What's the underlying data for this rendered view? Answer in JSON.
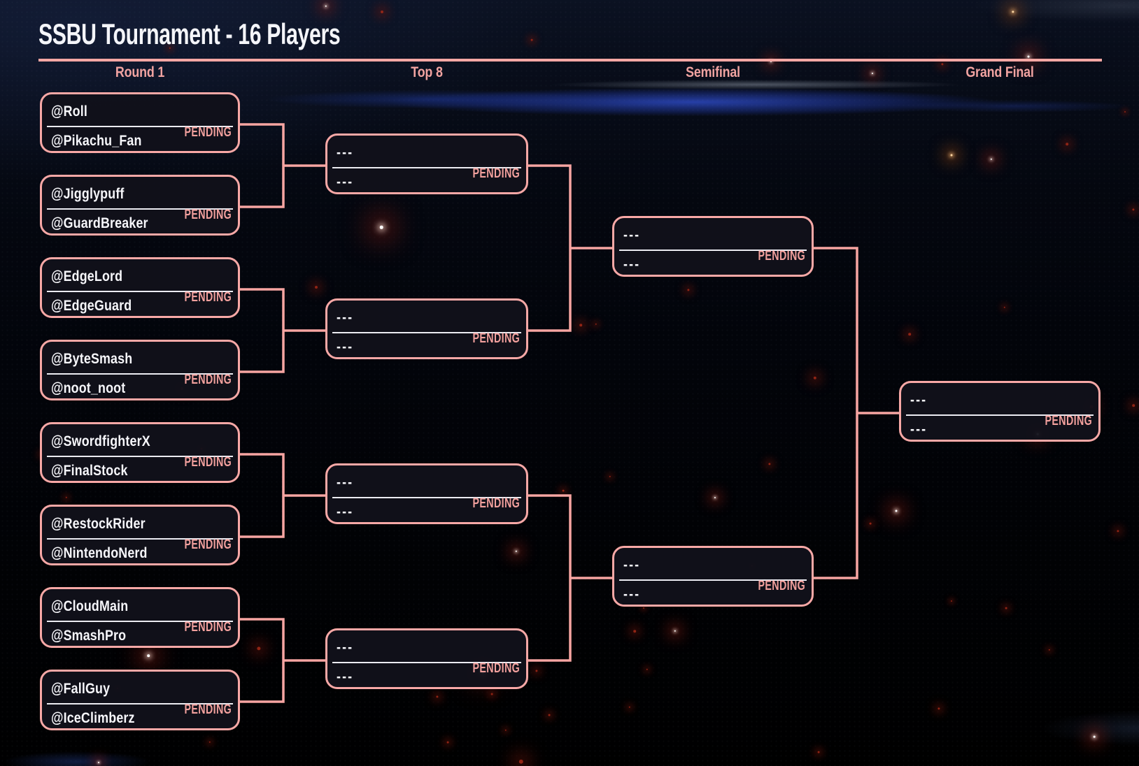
{
  "title": "SSBU Tournament - 16 Players",
  "colors": {
    "accent_pink": "#F8A8A6",
    "status_pink": "#F2A09D",
    "card_background": "#11111A",
    "text_white": "#F6F6FA",
    "background_navy": "#0C1324",
    "streak_blue": "#2842AF"
  },
  "rounds": [
    {
      "label": "Round 1",
      "matches": [
        {
          "p1": "@Roll",
          "p2": "@Pikachu_Fan",
          "status": "PENDING"
        },
        {
          "p1": "@Jigglypuff",
          "p2": "@GuardBreaker",
          "status": "PENDING"
        },
        {
          "p1": "@EdgeLord",
          "p2": "@EdgeGuard",
          "status": "PENDING"
        },
        {
          "p1": "@ByteSmash",
          "p2": "@noot_noot",
          "status": "PENDING"
        },
        {
          "p1": "@SwordfighterX",
          "p2": "@FinalStock",
          "status": "PENDING"
        },
        {
          "p1": "@RestockRider",
          "p2": "@NintendoNerd",
          "status": "PENDING"
        },
        {
          "p1": "@CloudMain",
          "p2": "@SmashPro",
          "status": "PENDING"
        },
        {
          "p1": "@FallGuy",
          "p2": "@IceClimberz",
          "status": "PENDING"
        }
      ]
    },
    {
      "label": "Top 8",
      "matches": [
        {
          "p1": "---",
          "p2": "---",
          "status": "PENDING"
        },
        {
          "p1": "---",
          "p2": "---",
          "status": "PENDING"
        },
        {
          "p1": "---",
          "p2": "---",
          "status": "PENDING"
        },
        {
          "p1": "---",
          "p2": "---",
          "status": "PENDING"
        }
      ]
    },
    {
      "label": "Semifinal",
      "matches": [
        {
          "p1": "---",
          "p2": "---",
          "status": "PENDING"
        },
        {
          "p1": "---",
          "p2": "---",
          "status": "PENDING"
        }
      ]
    },
    {
      "label": "Grand Final",
      "matches": [
        {
          "p1": "---",
          "p2": "---",
          "status": "PENDING"
        }
      ]
    }
  ]
}
